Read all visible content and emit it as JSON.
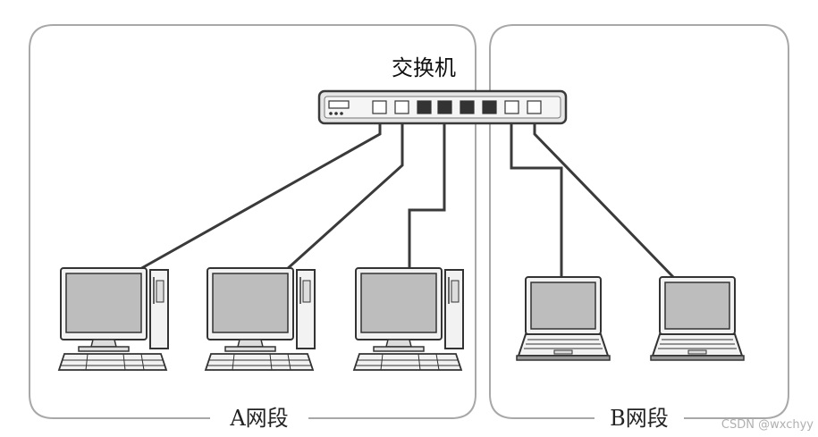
{
  "switch": {
    "label": "交换机"
  },
  "segments": {
    "a": {
      "label": "A网段"
    },
    "b": {
      "label": "B网段"
    }
  },
  "watermark": "CSDN @wxchyy",
  "devices": [
    {
      "name": "desktop-1",
      "type": "desktop",
      "segment": "A"
    },
    {
      "name": "desktop-2",
      "type": "desktop",
      "segment": "A"
    },
    {
      "name": "desktop-3",
      "type": "desktop",
      "segment": "A"
    },
    {
      "name": "laptop-1",
      "type": "laptop",
      "segment": "B"
    },
    {
      "name": "laptop-2",
      "type": "laptop",
      "segment": "B"
    }
  ],
  "colors": {
    "border": "#a8a8a8",
    "cable": "#3a3a3a",
    "screen": "#bdbdbd"
  }
}
